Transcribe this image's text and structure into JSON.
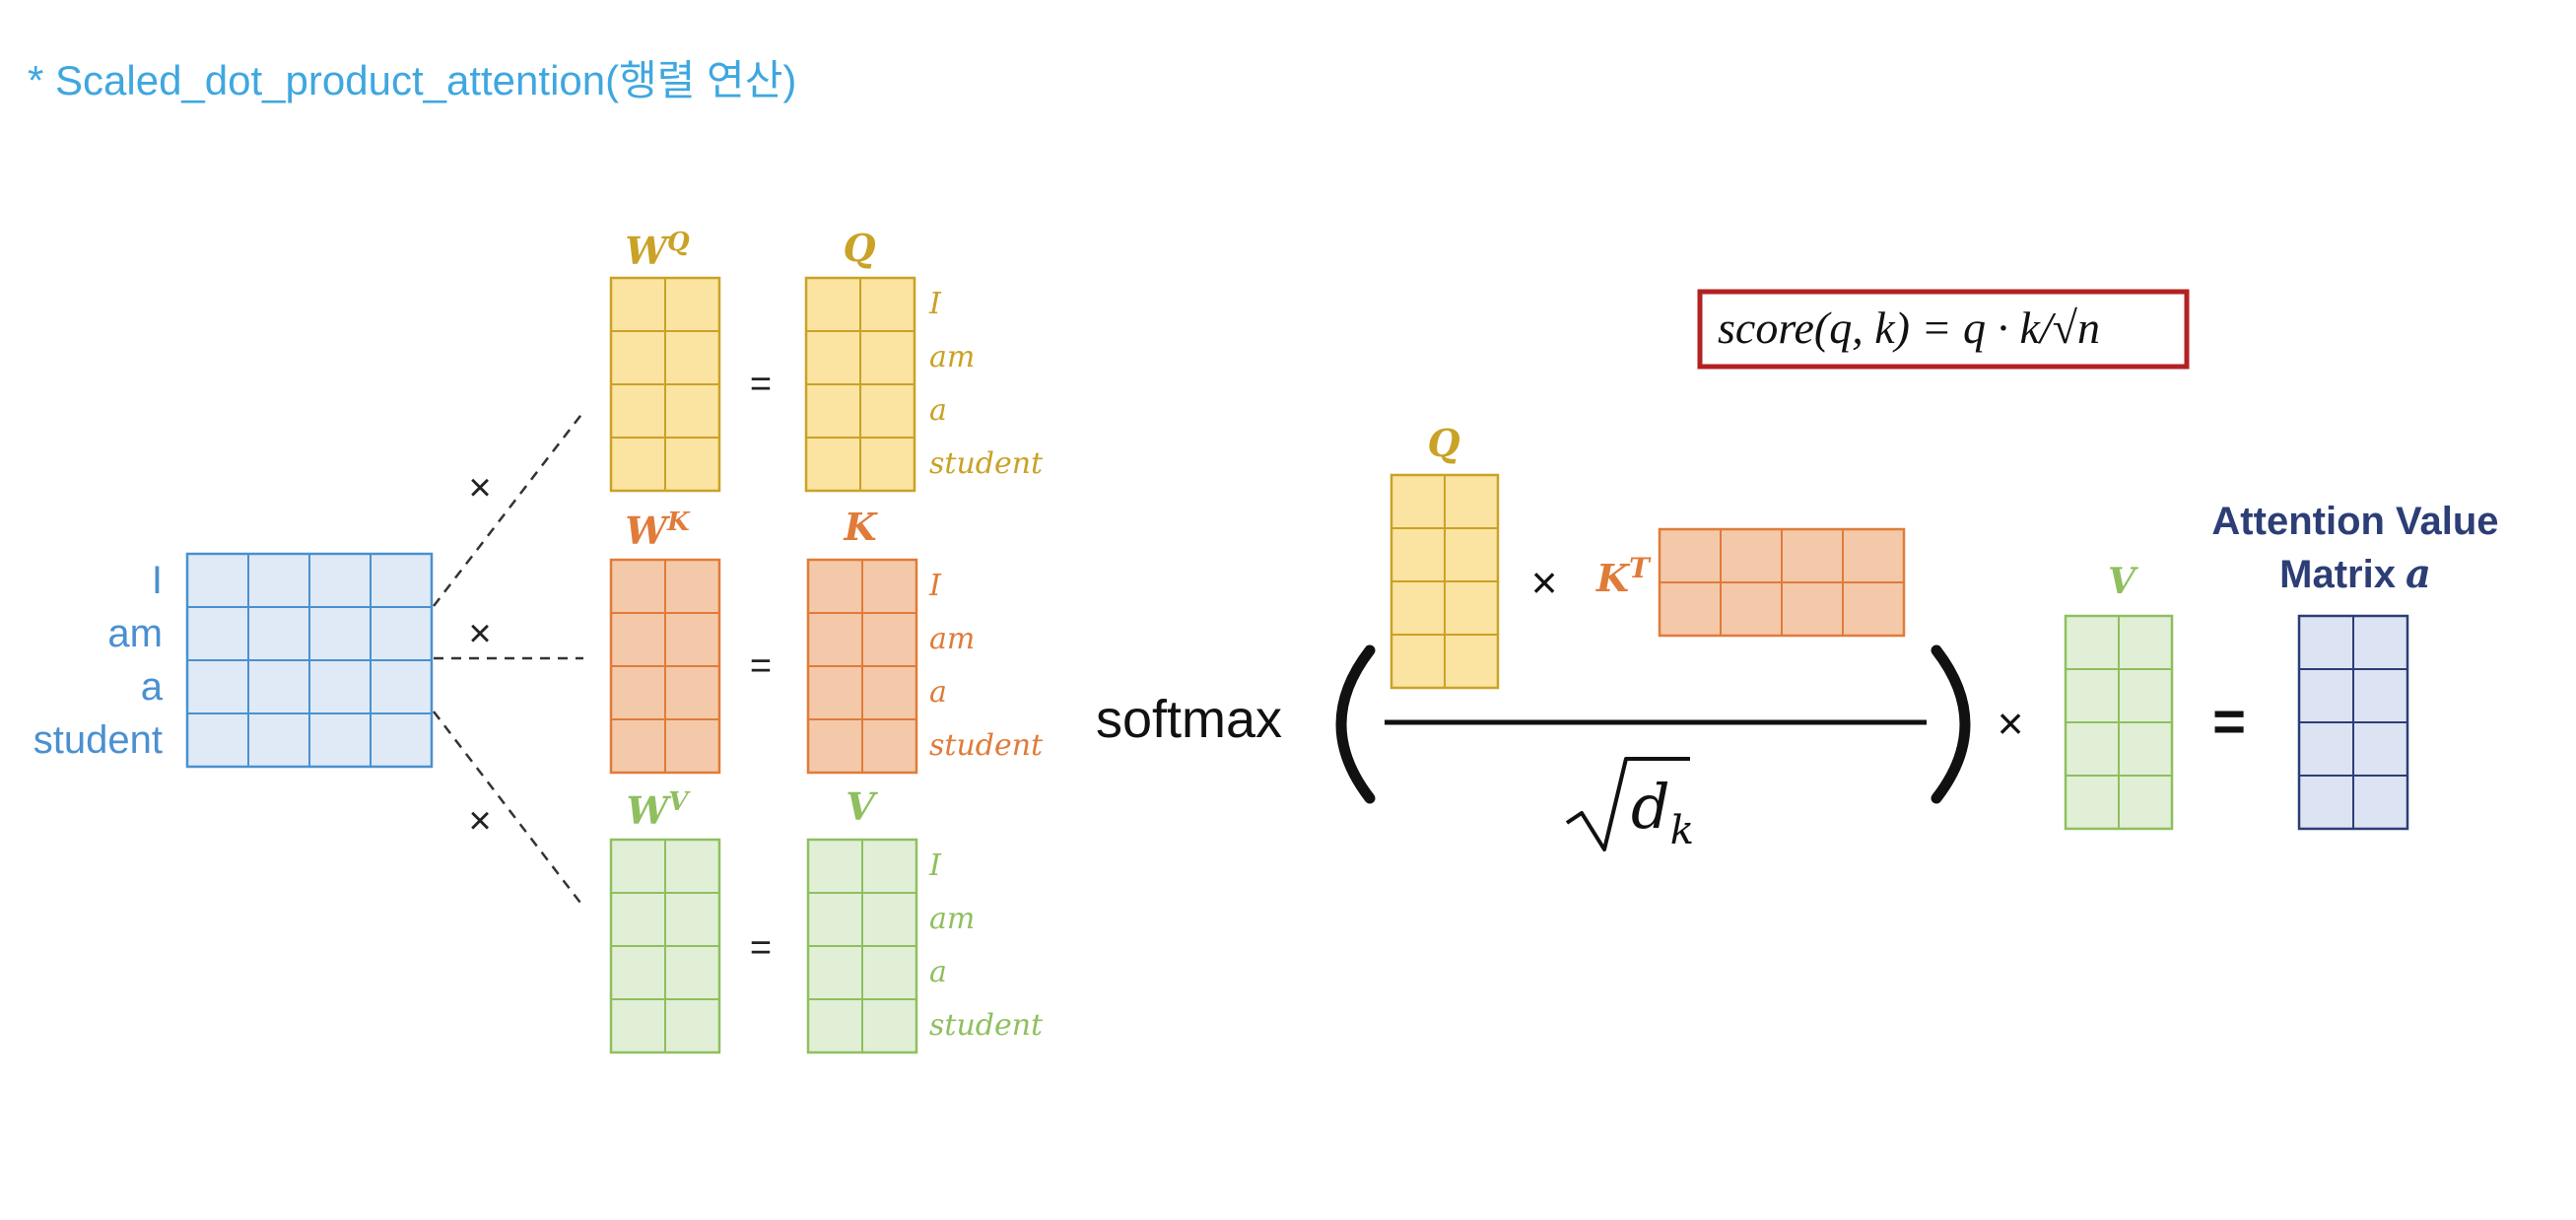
{
  "title": "* Scaled_dot_product_attention(행렬 연산)",
  "colors": {
    "title": "#3fa7e0",
    "input": "#4a90d0",
    "input_fill": "#dfeaf6",
    "query": "#c9a227",
    "query_fill": "#fbe3a1",
    "key": "#e07b39",
    "key_fill": "#f3c9a9",
    "value": "#8fbf5f",
    "value_fill": "#e0efd6",
    "output": "#2c3e75",
    "output_fill": "#dce3f3",
    "score_box": "#b22222"
  },
  "input_words": [
    "I",
    "am",
    "a",
    "student"
  ],
  "weights": [
    {
      "label": "W",
      "sup": "Q",
      "result": "Q",
      "color": "query"
    },
    {
      "label": "W",
      "sup": "K",
      "result": "K",
      "color": "key"
    },
    {
      "label": "W",
      "sup": "V",
      "result": "V",
      "color": "value"
    }
  ],
  "row_labels": [
    "I",
    "am",
    "a",
    "student"
  ],
  "symbols": {
    "times": "×",
    "equals": "="
  },
  "formula": {
    "softmax": "softmax",
    "q_label": "Q",
    "k_label": "K",
    "k_sup": "T",
    "v_label": "V",
    "denominator_var": "d",
    "denominator_sub": "k",
    "output_title_line1": "Attention Value",
    "output_title_line2": "Matrix",
    "output_symbol": "a"
  },
  "score_formula": "score(q, k) = q · k/√n"
}
